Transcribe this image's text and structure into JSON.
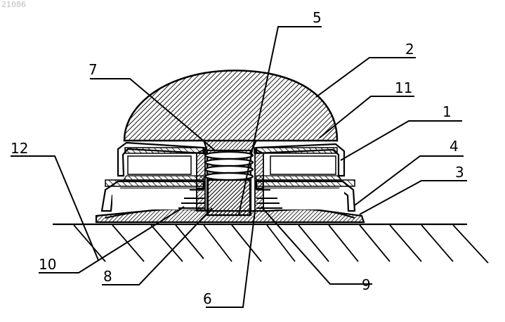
{
  "watermark": "21086",
  "labels": {
    "l1": "1",
    "l2": "2",
    "l3": "3",
    "l4": "4",
    "l5": "5",
    "l6": "6",
    "l7": "7",
    "l8": "8",
    "l9": "9",
    "l10": "10",
    "l11": "11",
    "l12": "12"
  }
}
